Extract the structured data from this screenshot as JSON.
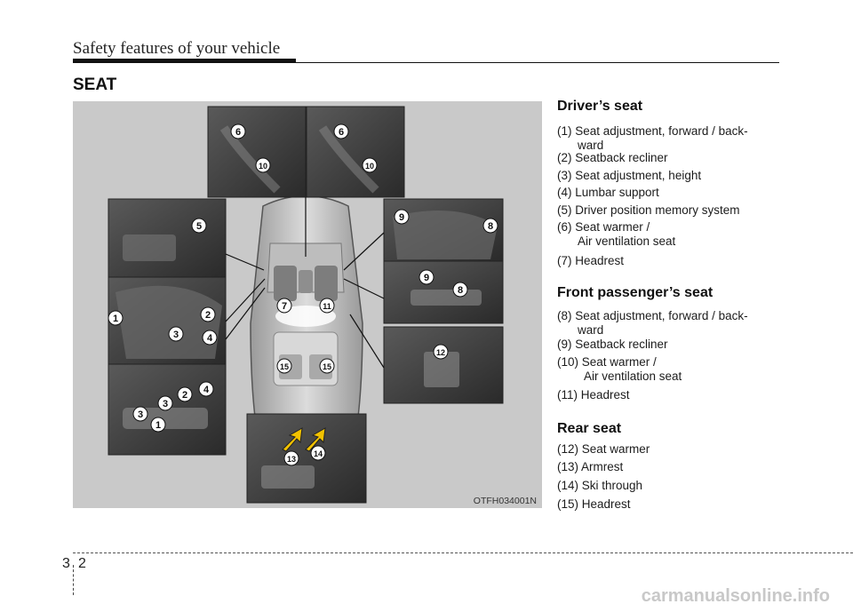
{
  "header": {
    "title": "Safety features of your vehicle"
  },
  "section": {
    "title": "SEAT"
  },
  "figure": {
    "code": "OTFH034001N",
    "callouts": [
      "1",
      "2",
      "3",
      "4",
      "5",
      "6",
      "7",
      "8",
      "9",
      "10",
      "11",
      "12",
      "13",
      "14",
      "15"
    ]
  },
  "drivers_seat": {
    "heading": "Driver’s seat",
    "items": [
      {
        "line1": "(1) Seat adjustment, forward / back-",
        "line2": "ward"
      },
      {
        "line1": "(2) Seatback recliner"
      },
      {
        "line1": "(3) Seat adjustment, height"
      },
      {
        "line1": "(4) Lumbar support"
      },
      {
        "line1": "(5) Driver position memory system"
      },
      {
        "line1": "(6) Seat warmer /",
        "line2": "Air ventilation seat"
      },
      {
        "line1": "(7) Headrest"
      }
    ]
  },
  "front_passenger_seat": {
    "heading": "Front passenger’s seat",
    "items": [
      {
        "line1": "(8) Seat adjustment, forward / back-",
        "line2": "ward"
      },
      {
        "line1": "(9) Seatback recliner"
      },
      {
        "line1": "(10) Seat warmer /",
        "line2": "Air ventilation seat"
      },
      {
        "line1": "(11) Headrest"
      }
    ]
  },
  "rear_seat": {
    "heading": "Rear seat",
    "items": [
      {
        "line1": "(12) Seat warmer"
      },
      {
        "line1": "(13) Armrest"
      },
      {
        "line1": "(14) Ski through"
      },
      {
        "line1": "(15) Headrest"
      }
    ]
  },
  "footer": {
    "chapter": "3",
    "page": "2"
  },
  "watermark": {
    "text": "carmanualsonline.info"
  }
}
